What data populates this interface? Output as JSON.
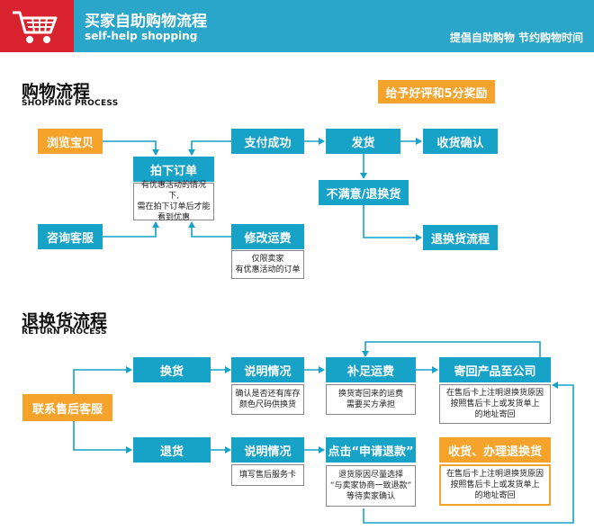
{
  "header": {
    "title": "买家自助购物流程",
    "subtitle": "self-help shopping",
    "slogan": "提倡自助购物  节约购物时间",
    "cart_icon": "shopping-cart-icon",
    "bg_color": "#29a6c9",
    "logo_bg_color": "#d8232f"
  },
  "shopping": {
    "title": "购物流程",
    "subtitle": "SHOPPING PROCESS",
    "reward": "给予好评和5分奖励",
    "browse": "浏览宝贝",
    "consult": "咨询客服",
    "place_order": "拍下订单",
    "order_note": [
      "有优惠活动的情况下,",
      "需在拍下订单后才能",
      "看到优惠"
    ],
    "pay_success": "支付成功",
    "modify_fee": "修改运费",
    "modify_note": [
      "仅限卖家",
      "有优惠活动的订单"
    ],
    "ship": "发货",
    "receive": "收货确认",
    "unsatisfied": "不满意/退换货",
    "return_flow": "退换货流程"
  },
  "returns": {
    "title": "退换货流程",
    "subtitle": "RETURN PROCESS",
    "contact": "联系售后客服",
    "exchange": "换货",
    "explain1": "说明情况",
    "explain1_note": [
      "确认是否还有库存",
      "颜色尺码供换货"
    ],
    "add_fee": "补足运费",
    "add_fee_note": [
      "换货寄回来的运费",
      "需要买方承担"
    ],
    "send_back": "寄回产品至公司",
    "send_back_note": [
      "在售后卡上注明退换货原因",
      "按照售后卡上或发货单上",
      "的地址寄回"
    ],
    "refund": "退货",
    "explain2": "说明情况",
    "explain2_note": [
      "填写售后服务卡"
    ],
    "apply": "点击“申请退款”",
    "apply_note": [
      "退货原因尽量选择",
      "“与卖家协商一致退款”",
      "等待卖家确认"
    ],
    "receive_return": "收货、办理退换货",
    "receive_note": [
      "在售后卡上注明退换货原因",
      "按照售后卡上或发货单上",
      "的地址寄回"
    ]
  },
  "colors": {
    "box": "#17a2c8",
    "orange": "#f5a32a",
    "line": "#17a2c8"
  }
}
